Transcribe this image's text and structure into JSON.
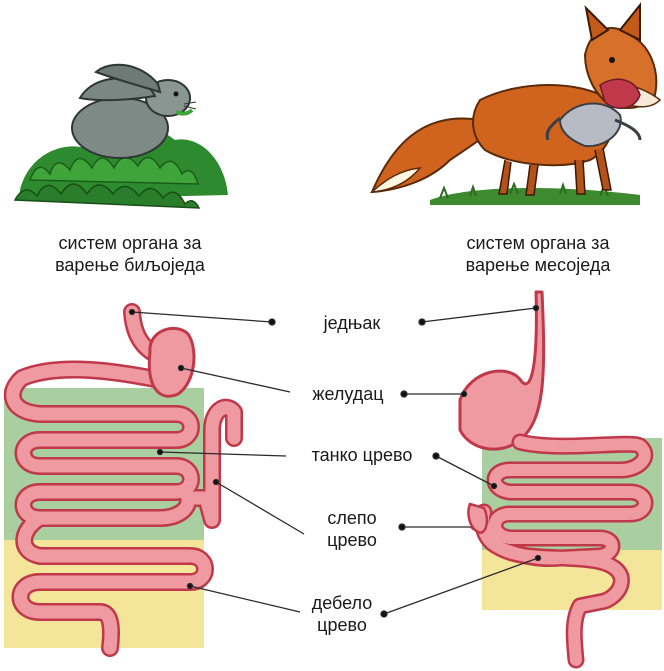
{
  "captions": {
    "herbivore_line1": "систем органа за",
    "herbivore_line2": "варење биљоједа",
    "carnivore_line1": "систем органа за",
    "carnivore_line2": "варење месоједа"
  },
  "labels": {
    "esophagus": "једњак",
    "stomach": "желудац",
    "small_intestine": "танко црево",
    "cecum_line1": "слепо",
    "cecum_line2": "црево",
    "large_intestine_line1": "дебело",
    "large_intestine_line2": "црево"
  },
  "colors": {
    "intestine_fill": "#ef9aa0",
    "intestine_outline": "#c0394b",
    "small_intestine_zone": "#a9cfa0",
    "large_intestine_zone": "#f3e59a",
    "rabbit_fur": "#7d8a86",
    "grass": "#2e8a2e",
    "fox_fur": "#d0641e"
  },
  "icons": [
    "rabbit-illustration",
    "fox-illustration"
  ]
}
